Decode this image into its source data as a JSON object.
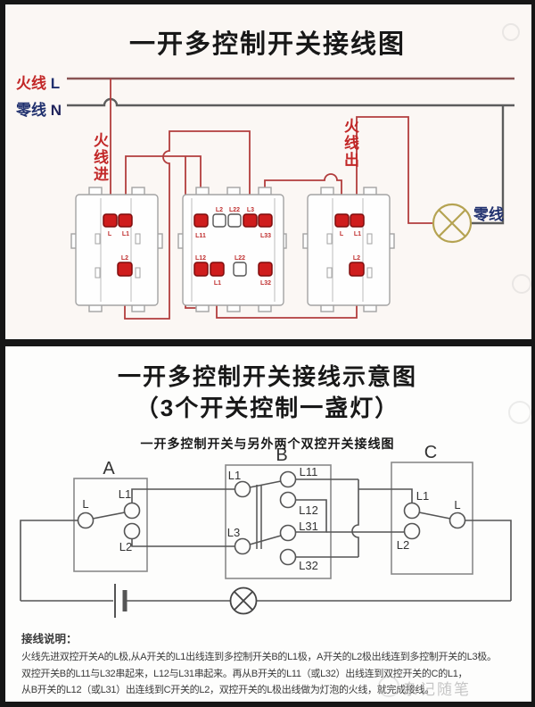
{
  "frame": {
    "watermark_text": "杂记随笔"
  },
  "top_panel": {
    "title": "一开多控制开关接线图",
    "live_wire": {
      "label": "火线",
      "letter": "L"
    },
    "neutral_wire": {
      "label": "零线",
      "letter": "N"
    },
    "live_in": "火线进",
    "live_out": "火线出",
    "lamp_neutral": "零线",
    "left_switch": {
      "t_l": "L",
      "t_l1": "L1",
      "t_l2": "L2"
    },
    "middle_switch": {
      "top_above_l2": "L2",
      "top_above_l22": "L22",
      "top_above_l3": "L3",
      "top_below_l11": "L11",
      "top_below_l33": "L33",
      "bot_above_l12": "L12",
      "bot_above_l22": "L22",
      "bot_below_l1": "L1",
      "bot_below_l32": "L32"
    },
    "right_switch": {
      "t_l": "L",
      "t_l1": "L1",
      "t_l2": "L2"
    }
  },
  "bottom_panel": {
    "title_line1": "一开多控制开关接线示意图",
    "title_line2": "（3个开关控制一盏灯）",
    "subtitle": "一开多控制开关与另外两个双控开关接线图",
    "switch_a": {
      "name": "A",
      "l": "L",
      "l1": "L1",
      "l2": "L2"
    },
    "switch_b": {
      "name": "B",
      "l1": "L1",
      "l3": "L3",
      "l11": "L11",
      "l12": "L12",
      "l31": "L31",
      "l32": "L32"
    },
    "switch_c": {
      "name": "C",
      "l1": "L1",
      "l2": "L2",
      "l": "L"
    },
    "notes": {
      "heading": "接线说明：",
      "line1": "火线先进双控开关A的L极,从A开关的L1出线连到多控制开关B的L1极，A开关的L2极出线连到多控制开关的L3极。",
      "line2": "双控开关B的L11与L32串起来，L12与L31串起来。再从B开关的L11（或L32）出线连到双控开关的C的L1，",
      "line3": "从B开关的L12（或L31）出连线到C开关的L2，双控开关的L极出线做为灯泡的火线，就完成接线。"
    }
  }
}
